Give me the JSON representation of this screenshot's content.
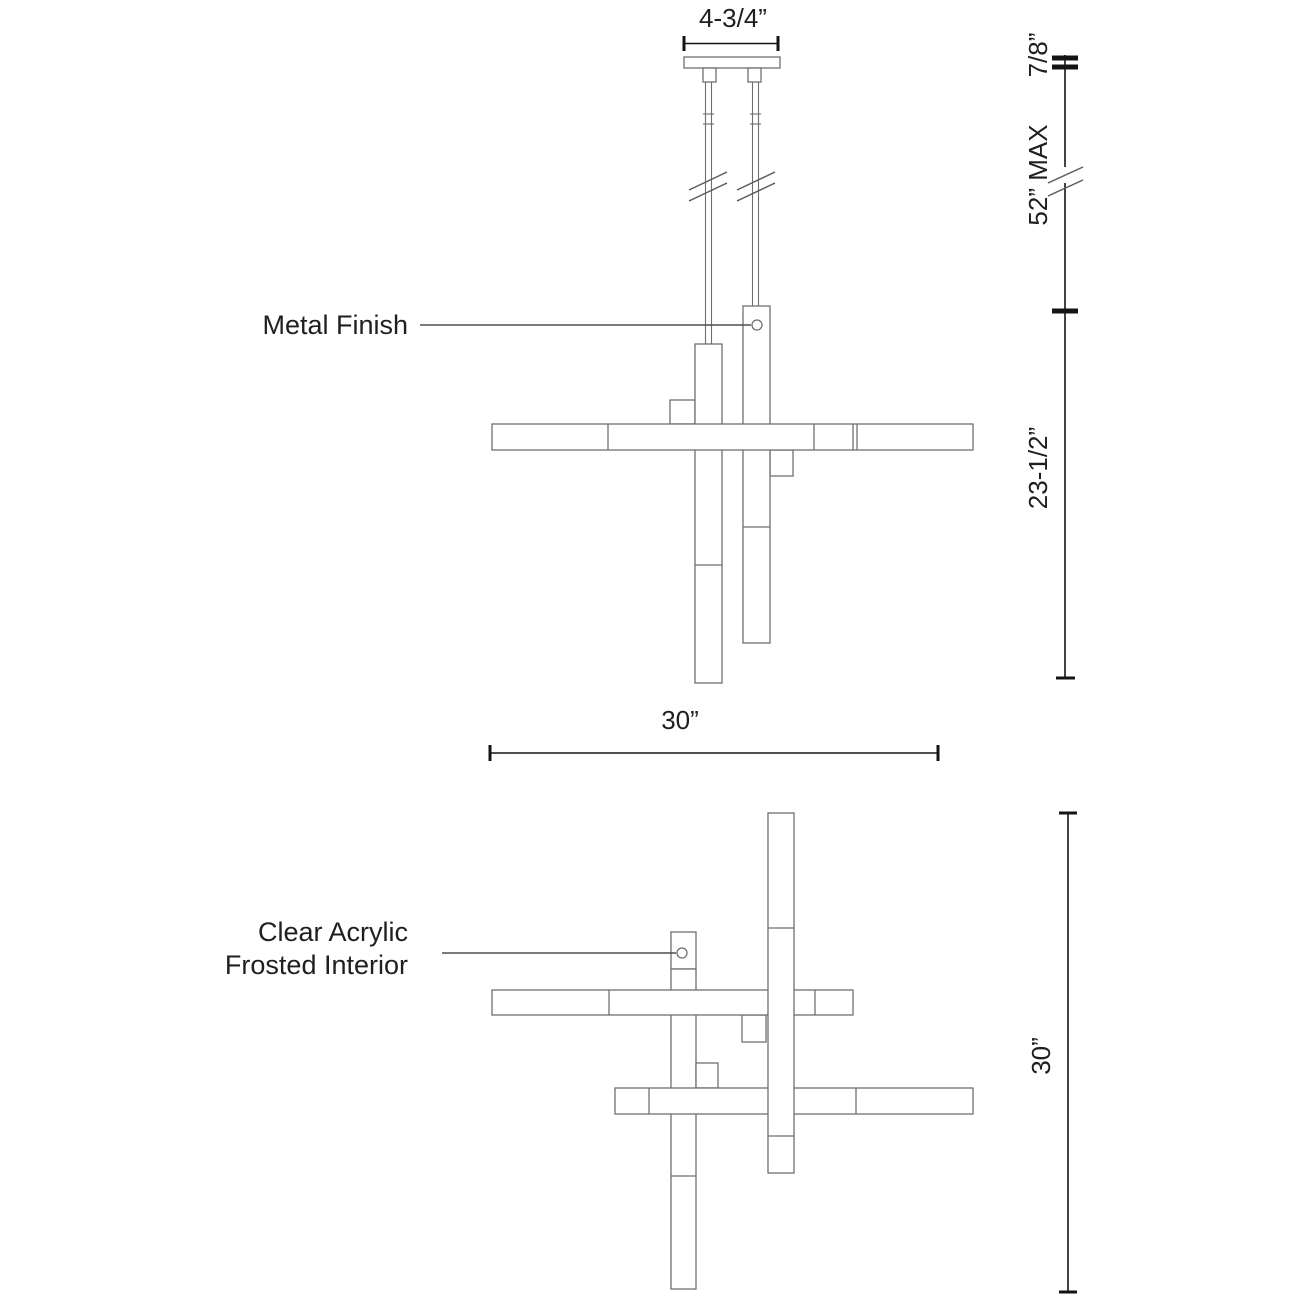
{
  "colors": {
    "background": "#ffffff",
    "drawing_outline": "#6f6f6f",
    "dimension_line": "#141414",
    "leader_line": "#4f4f4f",
    "text": "#1f1f1f"
  },
  "front_view": {
    "labels": {
      "metal_finish": "Metal Finish"
    },
    "dimensions": {
      "canopy_width": "4-3/4”",
      "stem_height": "7/8”",
      "max_suspension": "52” MAX",
      "fixture_height": "23-1/2”",
      "fixture_width": "30”"
    }
  },
  "plan_view": {
    "labels": {
      "material_line1": "Clear Acrylic",
      "material_line2": "Frosted Interior"
    },
    "dimensions": {
      "fixture_depth": "30”"
    }
  }
}
